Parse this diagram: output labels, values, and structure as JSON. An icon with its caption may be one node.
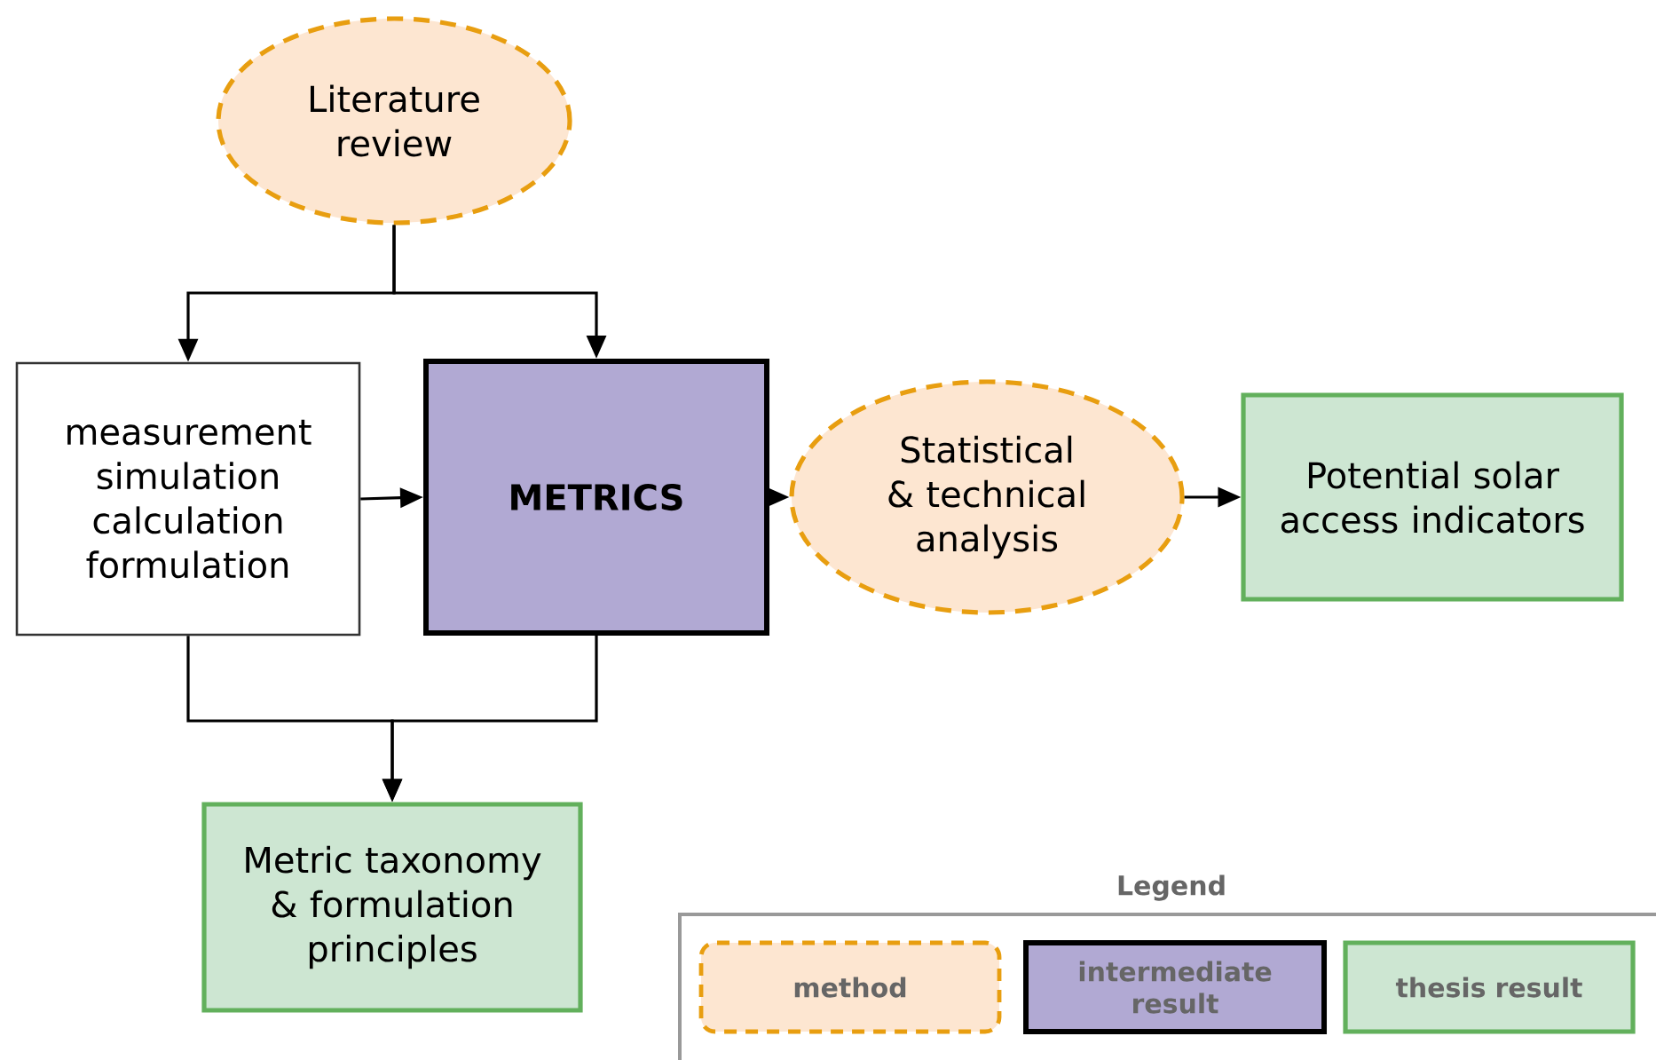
{
  "diagram": {
    "nodes": [
      {
        "text": [
          "Literature review"
        ]
      },
      {
        "text": [
          "measurement simulation calculation formulation"
        ]
      },
      {
        "text": [
          "METRICS"
        ]
      },
      {
        "text": [
          "Statistical & technical analysis"
        ]
      },
      {
        "text": [
          "Potential solar access indicators"
        ]
      },
      {
        "text": [
          "Metric taxonomy & formulation principles"
        ]
      }
    ],
    "edges": [
      {
        "from": 0,
        "to": 1,
        "arrow": "to"
      },
      {
        "from": 0,
        "to": 2,
        "arrow": "to"
      },
      {
        "from": 1,
        "to": 2,
        "arrow": "to"
      },
      {
        "from": 2,
        "to": 3,
        "arrow": "to"
      },
      {
        "from": 3,
        "to": 4,
        "arrow": "to"
      },
      {
        "from": 1,
        "to": 5,
        "arrow": "to"
      },
      {
        "from": 2,
        "to": 5,
        "arrow": "to"
      }
    ],
    "labels": [
      "Legend"
    ],
    "legend": [
      {
        "text": "method",
        "color": "#fde6d1"
      },
      {
        "text": "intermediate result",
        "color": "#b1a9d3"
      },
      {
        "text": "thesis result",
        "color": "#cde6d2"
      }
    ]
  }
}
